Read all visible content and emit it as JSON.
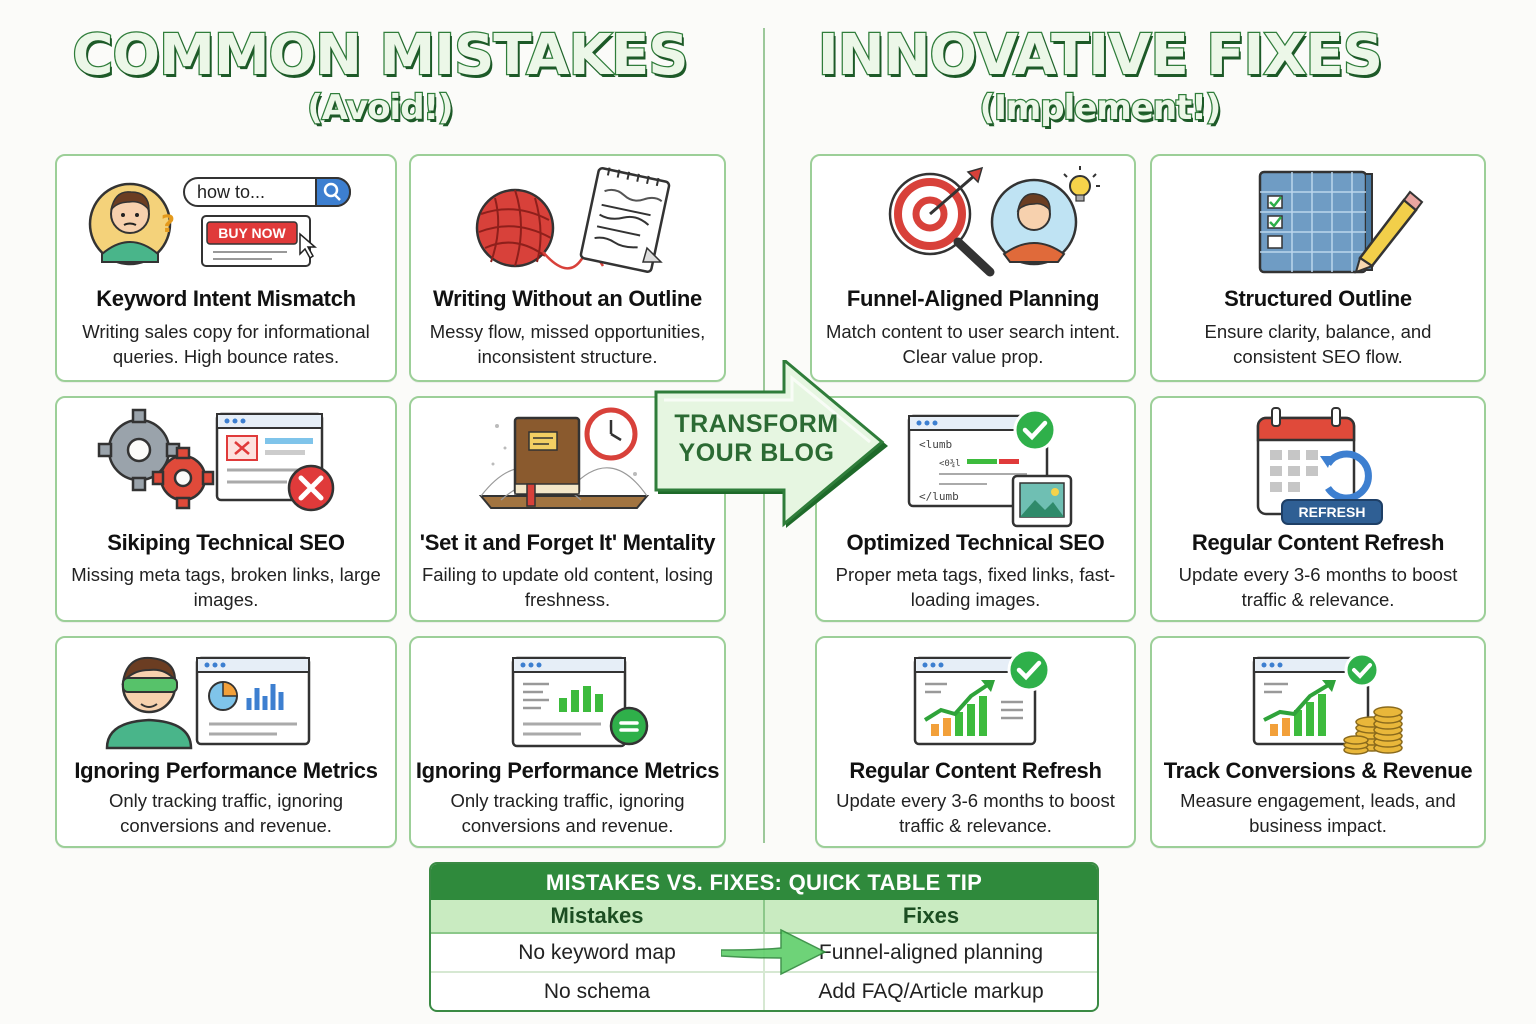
{
  "left_heading": {
    "main": "COMMON MISTAKES",
    "sub": "(Avoid!)"
  },
  "right_heading": {
    "main": "INNOVATIVE FIXES",
    "sub": "(Implement!)"
  },
  "center_arrow": {
    "line1": "TRANSFORM",
    "line2": "YOUR BLOG"
  },
  "mistakes": [
    {
      "title": "Keyword Intent Mismatch",
      "desc": "Writing sales copy for informational queries. High bounce rates.",
      "search_text": "how to...",
      "button_text": "BUY NOW",
      "icon": "confused-user-icon"
    },
    {
      "title": "Writing Without an Outline",
      "desc": "Messy flow, missed opportunities, inconsistent structure.",
      "icon": "tangled-yarn-icon"
    },
    {
      "title": "Sikiping Technical SEO",
      "desc": "Missing meta tags, broken links, large images.",
      "icon": "broken-gear-icon"
    },
    {
      "title": "'Set it and Forget It' Mentality",
      "desc": "Failing to update old content, losing freshness.",
      "icon": "dusty-book-icon"
    },
    {
      "title": "Ignoring Performance Metrics",
      "desc": "Only tracking traffic, ignoring conversions and revenue.",
      "icon": "blindfolded-user-icon"
    },
    {
      "title": "Ignoring Performance Metrics",
      "desc": "Only tracking traffic, ignoring conversions and revenue.",
      "icon": "traffic-dashboard-icon"
    }
  ],
  "fixes": [
    {
      "title": "Funnel-Aligned Planning",
      "desc": "Match content to user search intent. Clear value prop.",
      "icon": "target-user-icon"
    },
    {
      "title": "Structured Outline",
      "desc": "Ensure clarity, balance, and consistent SEO flow.",
      "icon": "blueprint-pencil-icon"
    },
    {
      "title": "Optimized Technical SEO",
      "desc": "Proper meta tags, fixed links, fast-loading images.",
      "code_top": "<lumb",
      "code_mid": "<0¾l",
      "code_bottom": "</lumb",
      "icon": "code-window-icon"
    },
    {
      "title": "Regular Content Refresh",
      "desc": "Update every 3-6 months to boost traffic & relevance.",
      "badge_text": "REFRESH",
      "icon": "calendar-refresh-icon"
    },
    {
      "title": "Regular Content Refresh",
      "desc": "Update every 3-6 months to boost traffic & relevance.",
      "icon": "growth-chart-icon"
    },
    {
      "title": "Track Conversions & Revenue",
      "desc": "Measure engagement, leads, and business impact.",
      "icon": "revenue-chart-icon"
    }
  ],
  "tip_table": {
    "title": "MISTAKES VS. FIXES: QUICK TABLE TIP",
    "col_left": "Mistakes",
    "col_right": "Fixes",
    "rows": [
      {
        "mistake": "No keyword map",
        "fix": "Funnel-aligned planning"
      },
      {
        "mistake": "No schema",
        "fix": "Add FAQ/Article markup"
      }
    ]
  },
  "colors": {
    "accent": "#2f8a3c",
    "card_border": "#9ccf98",
    "error": "#e03a3a",
    "bar_green": "#3dbb3d"
  }
}
